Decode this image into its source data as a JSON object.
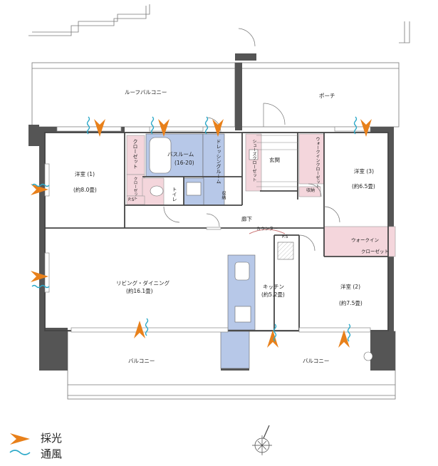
{
  "rooms": {
    "roof_balcony": "ルーフバルコニー",
    "porch": "ポーチ",
    "closet": "クローゼット",
    "closet2": "クローゼット",
    "bathroom": "バスルーム",
    "bathroom_size": "(16-20)",
    "dressing_room": "ドレッシングルーム",
    "toilet": "トイレ",
    "linen": "収納",
    "shoe_closet": "シューズクローゼット",
    "entrance": "玄関",
    "walkin_closet_3": "ウォークインクローゼット",
    "storage_3": "収納",
    "western_room_1": "洋室 (1)",
    "western_room_1_size": "(約8.0畳)",
    "western_room_3": "洋室 (3)",
    "western_room_3_size": "(約6.5畳)",
    "hallway": "廊下",
    "counter": "カウンター",
    "ps_1": "P.S",
    "ps_2": "P.S",
    "walkin_closet_2": "ウォークイン",
    "walkin_closet_2b": "クローゼット",
    "living": "リビング・ダイニング",
    "living_size": "(約16.1畳)",
    "kitchen": "キッチン",
    "kitchen_size": "(約5.2畳)",
    "western_room_2": "洋室 (2)",
    "western_room_2_size": "(約7.5畳)",
    "balcony_left": "バルコニー",
    "balcony_right": "バルコニー"
  },
  "legend": {
    "light": "採光",
    "ventilation": "通風"
  },
  "colors": {
    "light_arrow": "#e8801a",
    "ventilation": "#2aa8c8",
    "wet_area": "#b7c8e8",
    "closet": "#f4d6dc",
    "wall": "#555555"
  },
  "icons": [
    "light-arrow-icon",
    "ventilation-wave-icon",
    "compass-icon"
  ]
}
